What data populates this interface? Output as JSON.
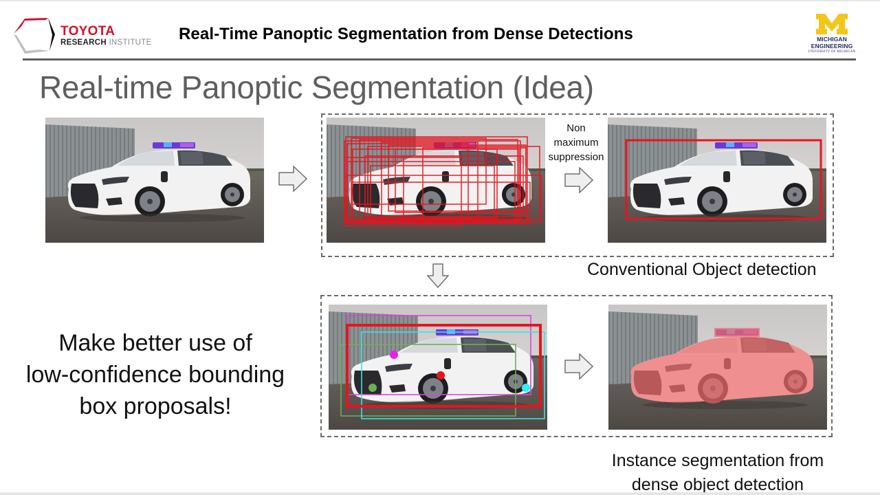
{
  "header": {
    "org_left": {
      "line1": "TOYOTA",
      "line2_bold": "RESEARCH",
      "line2_light": "INSTITUTE"
    },
    "title": "Real-Time Panoptic Segmentation from Dense Detections",
    "org_right": {
      "mark": "M",
      "line1": "MICHIGAN",
      "line2": "ENGINEERING",
      "line3": "UNIVERSITY OF MICHIGAN"
    }
  },
  "slide": {
    "title": "Real-time Panoptic Segmentation (Idea)",
    "nms_label": [
      "Non",
      "maximum",
      "suppression"
    ],
    "conventional_caption": "Conventional Object detection",
    "dense_caption": [
      "Instance segmentation from",
      "dense object detection"
    ],
    "idea_text": [
      "Make better use of",
      "low-confidence bounding",
      "box proposals!"
    ]
  },
  "images": [
    {
      "id": "input-image",
      "content": "car-photo"
    },
    {
      "id": "dense-boxes-image",
      "content": "car-photo-with-many-red-boxes"
    },
    {
      "id": "nms-result-image",
      "content": "car-photo-with-single-red-box"
    },
    {
      "id": "dense-proposals-image",
      "content": "car-photo-with-colored-boxes-and-points"
    },
    {
      "id": "segmentation-image",
      "content": "car-photo-with-red-mask"
    }
  ],
  "colors": {
    "toyota_red": "#d8102a",
    "michigan_maize": "#f5c518",
    "michigan_blue": "#1f2a5a",
    "box_red": "#e8141e",
    "box_magenta": "#e040e0",
    "box_cyan": "#40e0e0",
    "box_green": "#6cb050",
    "mask": "#f06a6a"
  }
}
